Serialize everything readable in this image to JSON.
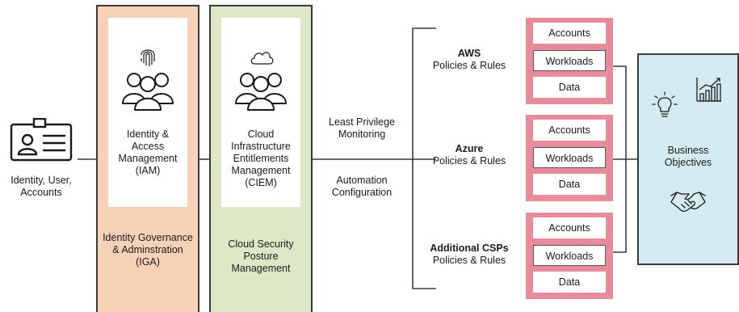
{
  "identity": {
    "label": "Identity, User, Accounts"
  },
  "iga": {
    "inner_label": "Identity & Access Management (IAM)",
    "label": "Identity Governance & Adminstration (IGA)"
  },
  "cspm": {
    "inner_label": "Cloud Infrastructure Entitlements Management (CIEM)",
    "label": "Cloud Security Posture Management"
  },
  "middle": {
    "label_top": "Least Privilege Monitoring",
    "label_bottom": "Automation Configuration"
  },
  "csps": [
    {
      "name": "AWS",
      "subtitle": "Policies & Rules",
      "items": [
        "Accounts",
        "Workloads",
        "Data"
      ]
    },
    {
      "name": "Azure",
      "subtitle": "Policies & Rules",
      "items": [
        "Accounts",
        "Workloads",
        "Data"
      ]
    },
    {
      "name": "Additional CSPs",
      "subtitle": "Policies & Rules",
      "items": [
        "Accounts",
        "Workloads",
        "Data"
      ]
    }
  ],
  "business": {
    "label": "Business Objectives"
  },
  "colors": {
    "iga_fill": "#f8d2b8",
    "cspm_fill": "#dde8c6",
    "csp_fill": "#e88c9c",
    "business_fill": "#d5ebf2",
    "line": "#3a3a3a"
  },
  "icons": [
    "id-badge-icon",
    "fingerprint-icon",
    "users-group-icon",
    "cloud-icon",
    "lightbulb-icon",
    "growth-chart-icon",
    "handshake-icon"
  ]
}
